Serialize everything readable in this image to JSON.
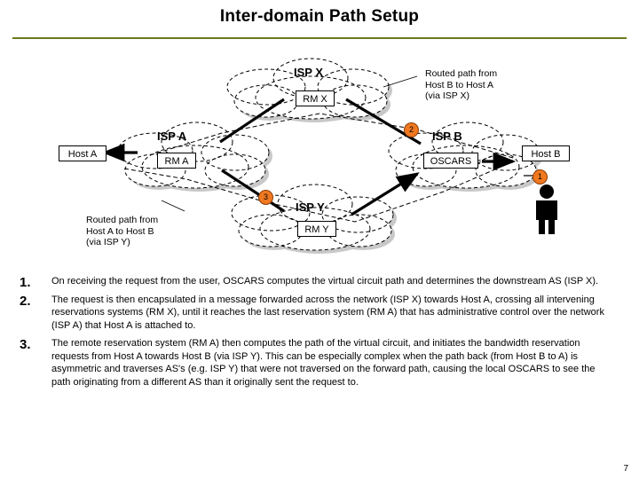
{
  "slide": {
    "title": "Inter-domain Path Setup",
    "page_number": "7",
    "accent_color": "#6b7a1e",
    "badge_color": "#f07820"
  },
  "diagram": {
    "clouds": [
      {
        "label": "ISP X"
      },
      {
        "label": "ISP A"
      },
      {
        "label": "ISP B"
      },
      {
        "label": "ISP Y"
      }
    ],
    "boxes": [
      {
        "label": "RM X"
      },
      {
        "label": "RM A"
      },
      {
        "label": "RM Y"
      },
      {
        "label": "Host A"
      },
      {
        "label": "Host B"
      },
      {
        "label": "OSCARS"
      }
    ],
    "annotations": [
      {
        "text": "Routed path from"
      },
      {
        "text": "Host B to Host A"
      },
      {
        "text": "(via ISP X)"
      },
      {
        "text": "Routed path from"
      },
      {
        "text": "Host A to Host B"
      },
      {
        "text": "(via ISP Y)"
      }
    ],
    "badges": [
      "1",
      "2",
      "3"
    ]
  },
  "steps": [
    {
      "num": "1.",
      "text": "On receiving the request from the user, OSCARS computes the virtual circuit path and determines the downstream AS (ISP X)."
    },
    {
      "num": "2.",
      "text": "The request is then encapsulated in a message forwarded across the network (ISP X) towards Host A, crossing all intervening reservations systems (RM X), until it reaches the last reservation system (RM A) that has administrative control over the network (ISP A) that Host A is attached to."
    },
    {
      "num": "3.",
      "text": "The remote reservation system (RM A) then computes the path of the virtual circuit, and initiates the bandwidth reservation requests from Host A towards Host B (via ISP Y). This can be especially complex when the path back (from Host B to A) is asymmetric and traverses AS's (e.g. ISP Y) that were not traversed on the forward path, causing the local OSCARS to see the path originating from a different AS than it originally sent the request to."
    }
  ]
}
